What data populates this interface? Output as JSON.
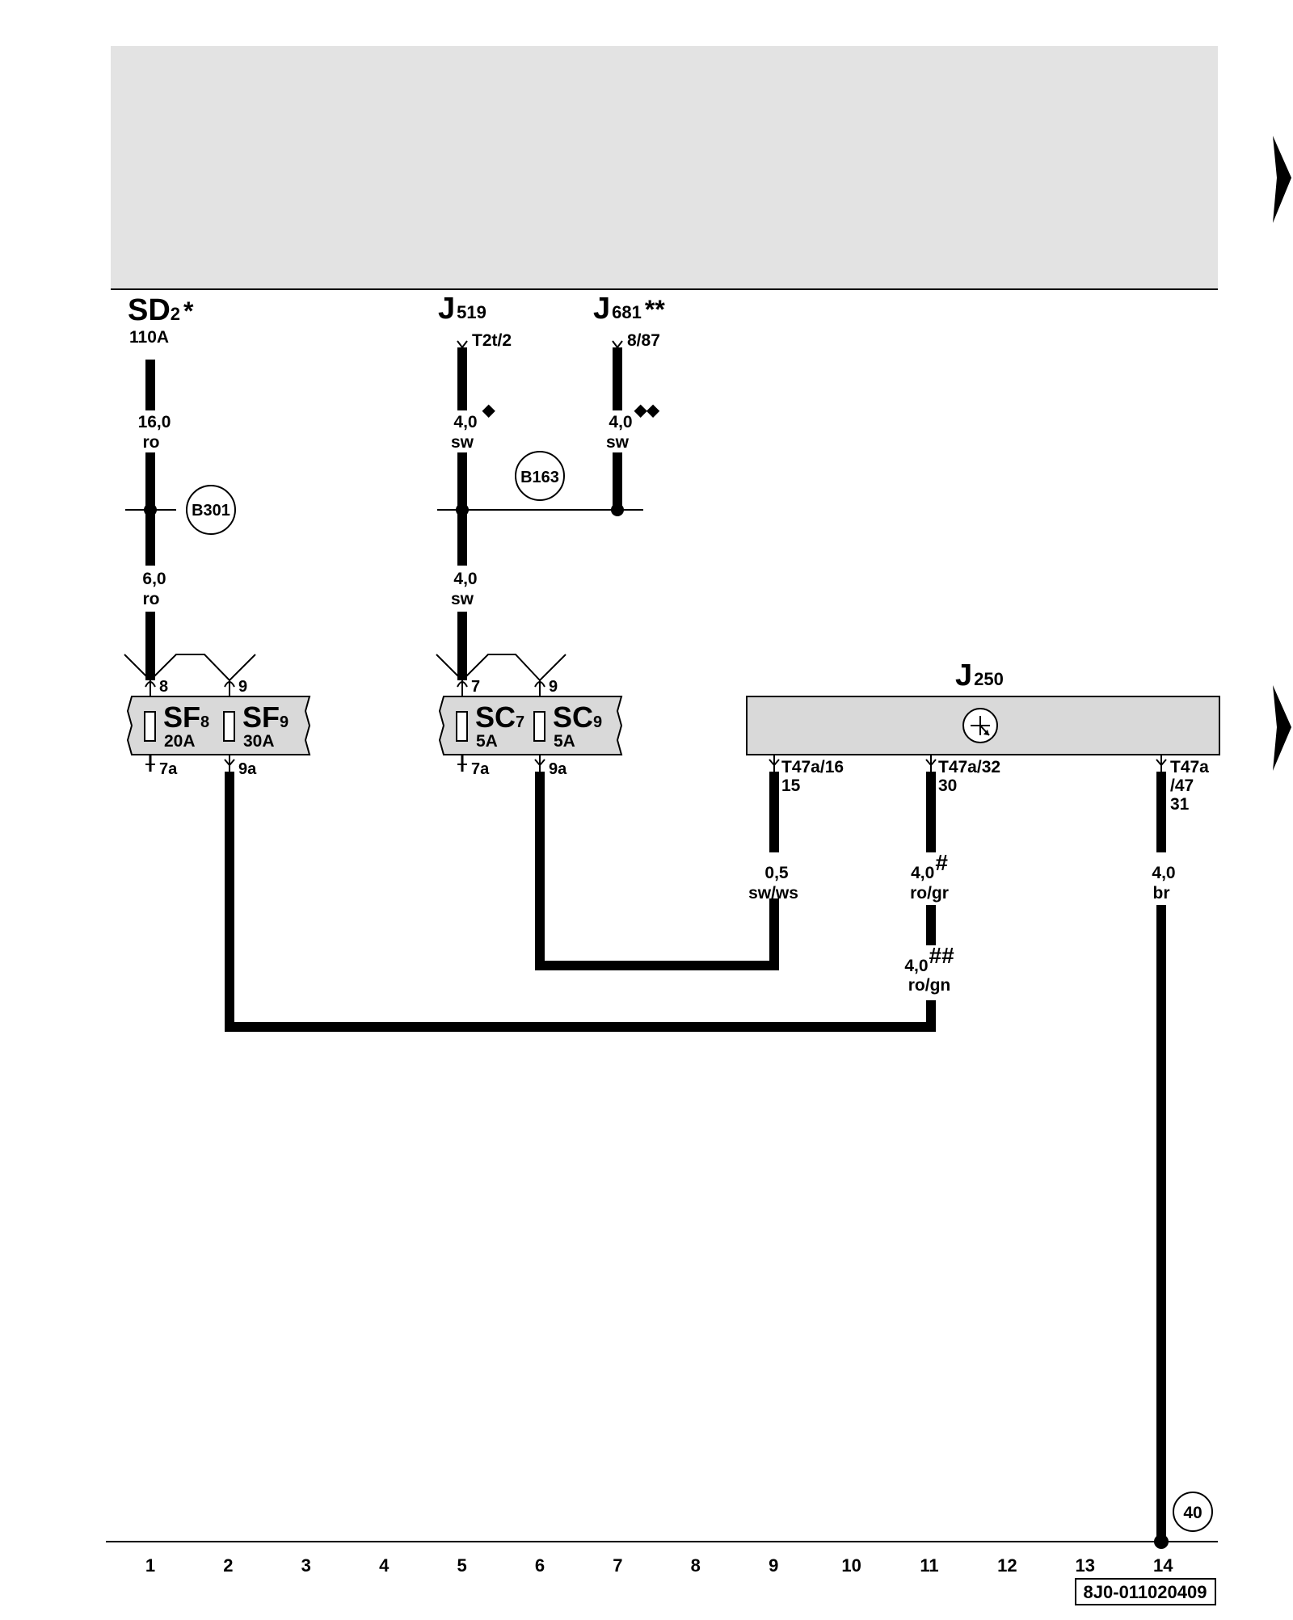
{
  "components": {
    "sd": {
      "name": "SD",
      "sub": "2",
      "star": "*",
      "rating": "110A"
    },
    "j519": {
      "name": "J",
      "sub": "519",
      "pin": "T2t/2",
      "diamond": "◆"
    },
    "j681": {
      "name": "J",
      "sub": "681",
      "star": "**",
      "pin": "8/87",
      "diamond": "◆◆"
    },
    "j250": {
      "name": "J",
      "sub": "250"
    }
  },
  "wires": {
    "sd_top": {
      "size": "16,0",
      "color": "ro"
    },
    "sd_bottom": {
      "size": "6,0",
      "color": "ro"
    },
    "j519_top": {
      "size": "4,0",
      "color": "sw"
    },
    "j681": {
      "size": "4,0",
      "color": "sw"
    },
    "j519_bottom": {
      "size": "4,0",
      "color": "sw"
    },
    "t16": {
      "size": "0,5",
      "color": "sw/ws"
    },
    "t32_a": {
      "size": "4,0",
      "mark": "#",
      "color": "ro/gr"
    },
    "t32_b": {
      "size": "4,0",
      "mark": "##",
      "color": "ro/gn"
    },
    "t47": {
      "size": "4,0",
      "color": "br"
    }
  },
  "splices": {
    "b301": "B301",
    "b163": "B163",
    "ground": "40"
  },
  "fuse_block_f": {
    "pin_in_1": "8",
    "pin_in_2": "9",
    "pin_out_1": "7a",
    "pin_out_2": "9a",
    "fuse1": {
      "name": "SF",
      "sub": "8",
      "rating": "20A"
    },
    "fuse2": {
      "name": "SF",
      "sub": "9",
      "rating": "30A"
    }
  },
  "fuse_block_c": {
    "pin_in_1": "7",
    "pin_in_2": "9",
    "pin_out_1": "7a",
    "pin_out_2": "9a",
    "fuse1": {
      "name": "SC",
      "sub": "7",
      "rating": "5A"
    },
    "fuse2": {
      "name": "SC",
      "sub": "9",
      "rating": "5A"
    }
  },
  "j250_pins": {
    "p16": "T47a/16",
    "p16_term": "15",
    "p32": "T47a/32",
    "p32_term": "30",
    "p47_a": "T47a",
    "p47_b": "/47",
    "p47_term": "31"
  },
  "tracks": [
    "1",
    "2",
    "3",
    "4",
    "5",
    "6",
    "7",
    "8",
    "9",
    "10",
    "11",
    "12",
    "13",
    "14"
  ],
  "doc_id": "8J0-011020409",
  "colors": {
    "ink": "#000000",
    "shade": "#e3e3e3",
    "box": "#d9d9d9"
  }
}
